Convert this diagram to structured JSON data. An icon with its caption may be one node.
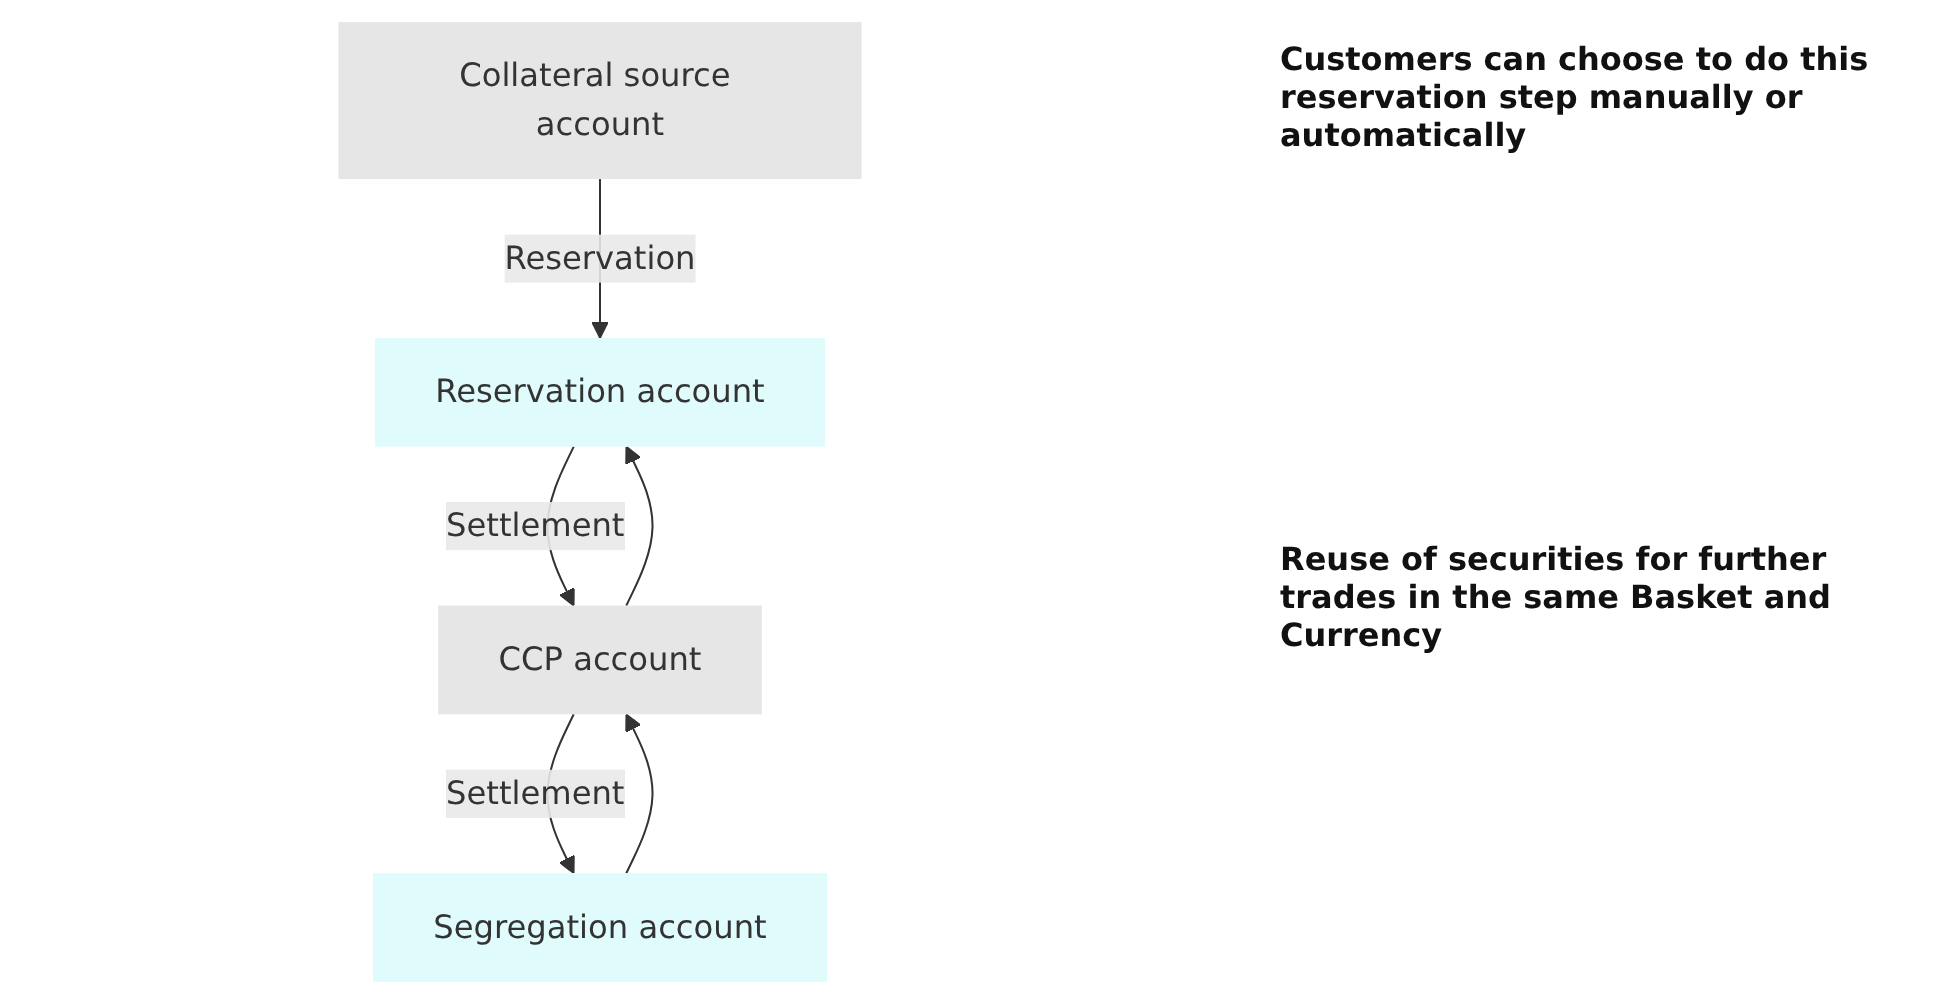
{
  "diagram": {
    "nodes": [
      {
        "text": [
          "Collateral source account"
        ]
      },
      {
        "text": [
          "Reservation account"
        ]
      },
      {
        "text": [
          "CCP account"
        ]
      },
      {
        "text": [
          "Segregation account"
        ]
      }
    ],
    "edges": [
      {
        "from": 0,
        "to": 1,
        "arrow": "to",
        "label": "Reservation"
      },
      {
        "from": 1,
        "to": 2,
        "arrow": "to",
        "label": "Settlement"
      },
      {
        "from": 2,
        "to": 3,
        "arrow": "to",
        "label": "Settlement"
      },
      {
        "from": 2,
        "to": 1,
        "arrow": "to"
      },
      {
        "from": 3,
        "to": 2,
        "arrow": "to"
      }
    ],
    "labels": [
      "Customers can choose to do this reservation step manually or automatically",
      "Reuse of securities for further trades in the same Basket and Currency"
    ]
  }
}
